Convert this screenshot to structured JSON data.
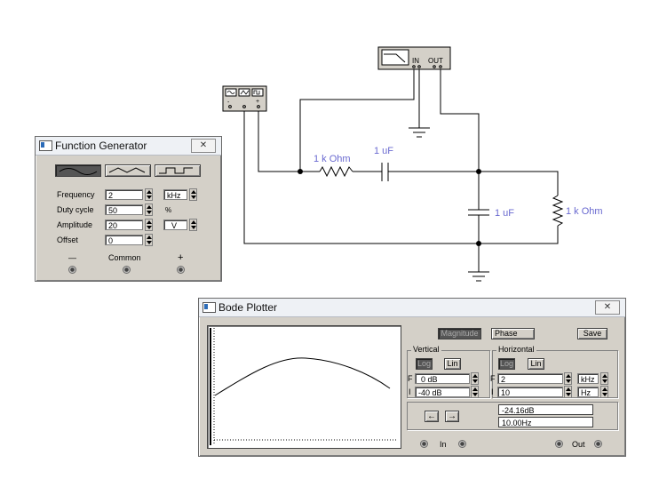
{
  "circuit": {
    "resistor_series_label": "1 k Ohm",
    "capacitor_series_label": "1 uF",
    "capacitor_shunt_label": "1 uF",
    "resistor_load_label": "1 k Ohm",
    "bode_in_label": "IN",
    "bode_out_label": "OUT",
    "fg_symbol_minus": "-",
    "fg_symbol_plus": "+"
  },
  "function_generator": {
    "title": "Function Generator",
    "frequency_label": "Frequency",
    "frequency_value": "2",
    "frequency_unit": "kHz",
    "duty_label": "Duty cycle",
    "duty_value": "50",
    "duty_unit": "%",
    "amplitude_label": "Amplitude",
    "amplitude_value": "20",
    "amplitude_unit": "V",
    "offset_label": "Offset",
    "offset_value": "0",
    "minus_label": "—",
    "common_label": "Common",
    "plus_label": "+"
  },
  "bode_plotter": {
    "title": "Bode Plotter",
    "magnitude_label": "Magnitude",
    "phase_label": "Phase",
    "save_label": "Save",
    "vertical_title": "Vertical",
    "horizontal_title": "Horizontal",
    "log_label": "Log",
    "lin_label": "Lin",
    "f_label": "F",
    "i_label": "I",
    "vertical_final": "0 dB",
    "vertical_initial": "-40 dB",
    "horizontal_final": "2",
    "horizontal_final_unit": "kHz",
    "horizontal_initial": "10",
    "horizontal_initial_unit": "Hz",
    "left_arrow": "←",
    "right_arrow": "→",
    "readout_db": "-24.16dB",
    "readout_freq": "10.00Hz",
    "in_label": "In",
    "out_label": "Out"
  },
  "colors": {
    "component_label": "#6a6ad0",
    "wire": "#000000"
  }
}
